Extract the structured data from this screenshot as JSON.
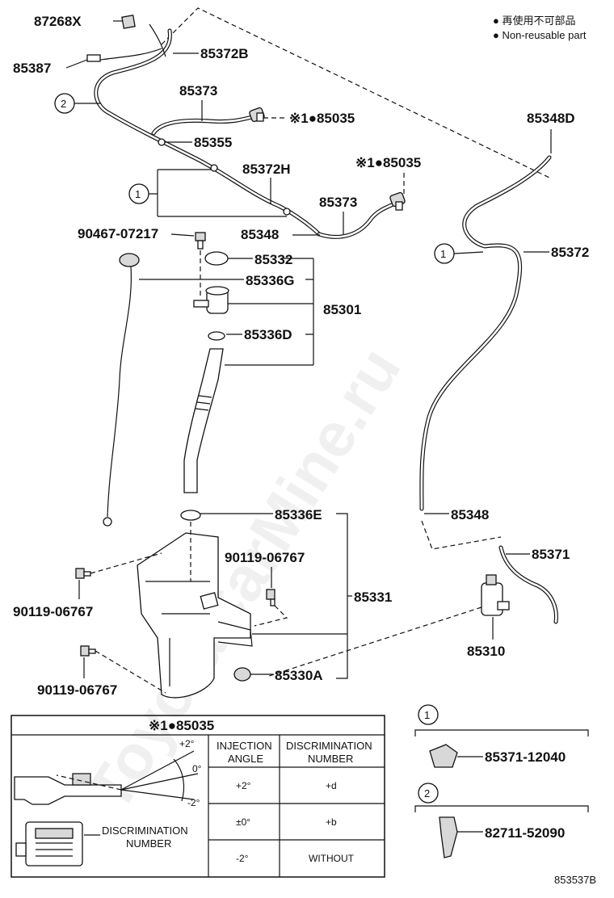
{
  "legend": {
    "jp_text": "● 再使用不可部品",
    "en_text": "● Non-reusable part"
  },
  "watermark": "ToyotaCarMine.ru",
  "parts": {
    "p87268X": "87268X",
    "p85387": "85387",
    "p85372B": "85372B",
    "p85373a": "85373",
    "p85035a": "※1●85035",
    "p85355": "85355",
    "p85372H": "85372H",
    "p85035b": "※1●85035",
    "p85373b": "85373",
    "p85348a": "85348",
    "p90467": "90467-07217",
    "p85332": "85332",
    "p85336G": "85336G",
    "p85301": "85301",
    "p85336D": "85336D",
    "p85348D": "85348D",
    "p85372": "85372",
    "p85348b": "85348",
    "p85371": "85371",
    "p85336E": "85336E",
    "p90119a": "90119-06767",
    "p90119b": "90119-06767",
    "p85331": "85331",
    "p90119c": "90119-06767",
    "p85310": "85310",
    "p85330A": "85330A"
  },
  "callouts": {
    "c1a": "1",
    "c1b": "1",
    "c2": "2"
  },
  "detail_box": {
    "title": "※1●85035",
    "angle_top": "+2°",
    "angle_mid": "0°",
    "angle_bot": "-2°",
    "disc_label_1": "DISCRIMINATION",
    "disc_label_2": "NUMBER",
    "col1_header_1": "INJECTION",
    "col1_header_2": "ANGLE",
    "col2_header_1": "DISCRIMINATION",
    "col2_header_2": "NUMBER",
    "rows": [
      {
        "angle": "+2°",
        "number": "+d"
      },
      {
        "angle": "±0°",
        "number": "+b"
      },
      {
        "angle": "-2°",
        "number": "WITHOUT"
      }
    ]
  },
  "side_parts": {
    "callout_1": "1",
    "part_1": "85371-12040",
    "callout_2": "2",
    "part_2": "82711-52090"
  },
  "diagram_id": "853537B"
}
